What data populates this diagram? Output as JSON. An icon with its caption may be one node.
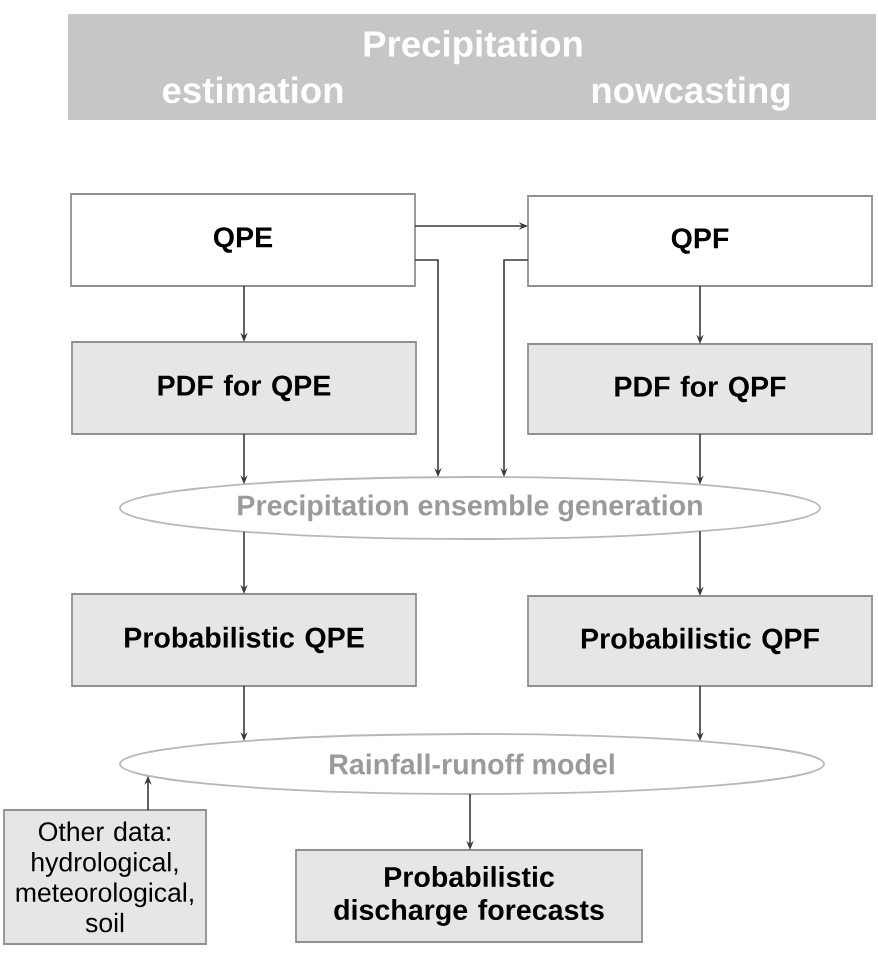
{
  "diagram": {
    "nodes": [
      {
        "text": [
          "Precipitation",
          "estimation",
          "nowcasting"
        ]
      },
      {
        "text": [
          "QPE"
        ]
      },
      {
        "text": [
          "QPF"
        ]
      },
      {
        "text": [
          "PDF for QPE"
        ]
      },
      {
        "text": [
          "PDF for QPF"
        ]
      },
      {
        "text": [
          "Precipitation ensemble generation"
        ]
      },
      {
        "text": [
          "Probabilistic QPE"
        ]
      },
      {
        "text": [
          "Probabilistic QPF"
        ]
      },
      {
        "text": [
          "Rainfall-runoff model"
        ]
      },
      {
        "text": [
          "Other data: hydrological, meteorological, soil"
        ]
      },
      {
        "text": [
          "Probabilistic discharge forecasts"
        ]
      }
    ],
    "edges": [
      {
        "from": 1,
        "to": 2,
        "arrow": "to"
      },
      {
        "from": 1,
        "to": 3,
        "arrow": "to"
      },
      {
        "from": 2,
        "to": 4,
        "arrow": "to"
      },
      {
        "from": 1,
        "to": 5,
        "arrow": "to"
      },
      {
        "from": 2,
        "to": 5,
        "arrow": "to"
      },
      {
        "from": 3,
        "to": 5,
        "arrow": "to"
      },
      {
        "from": 4,
        "to": 5,
        "arrow": "to"
      },
      {
        "from": 5,
        "to": 6,
        "arrow": "to"
      },
      {
        "from": 5,
        "to": 7,
        "arrow": "to"
      },
      {
        "from": 6,
        "to": 8,
        "arrow": "to"
      },
      {
        "from": 7,
        "to": 8,
        "arrow": "to"
      },
      {
        "from": 9,
        "to": 8,
        "arrow": "to"
      },
      {
        "from": 8,
        "to": 10,
        "arrow": "to"
      }
    ]
  }
}
